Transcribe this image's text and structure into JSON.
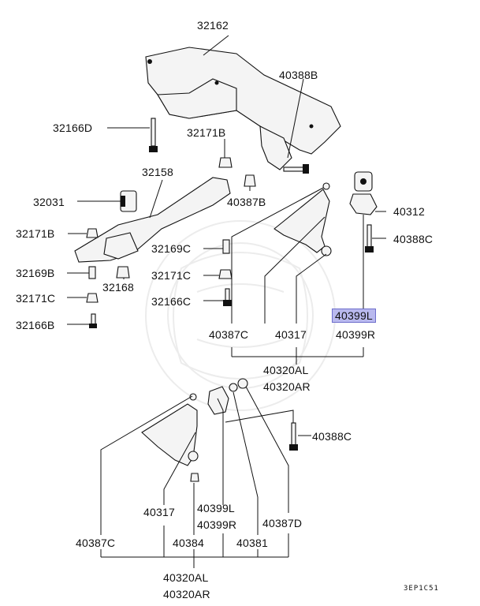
{
  "diagram_code": "3EP1C51",
  "highlight_color": "#b9b9ee",
  "upper_labels": {
    "l32162": "32162",
    "l40388B": "40388B",
    "l32166D": "32166D",
    "l32171B_top": "32171B",
    "l32158": "32158",
    "l32031": "32031",
    "l40387B": "40387B",
    "l40312": "40312",
    "l32171B": "32171B",
    "l40388C_top": "40388C",
    "l32169C": "32169C",
    "l32169B": "32169B",
    "l32171C_mid": "32171C",
    "l32168": "32168",
    "l32171C": "32171C",
    "l32166C": "32166C",
    "l40399L_top": "40399L",
    "l32166B": "32166B",
    "l40387C_top": "40387C",
    "l40317_top": "40317",
    "l40399R_top": "40399R",
    "l40320AL_top": "40320AL",
    "l40320AR_top": "40320AR"
  },
  "lower_labels": {
    "l40388C": "40388C",
    "l40317": "40317",
    "l40399L": "40399L",
    "l40399R": "40399R",
    "l40387D": "40387D",
    "l40387C": "40387C",
    "l40384": "40384",
    "l40381": "40381",
    "l40320AL": "40320AL",
    "l40320AR": "40320AR"
  }
}
